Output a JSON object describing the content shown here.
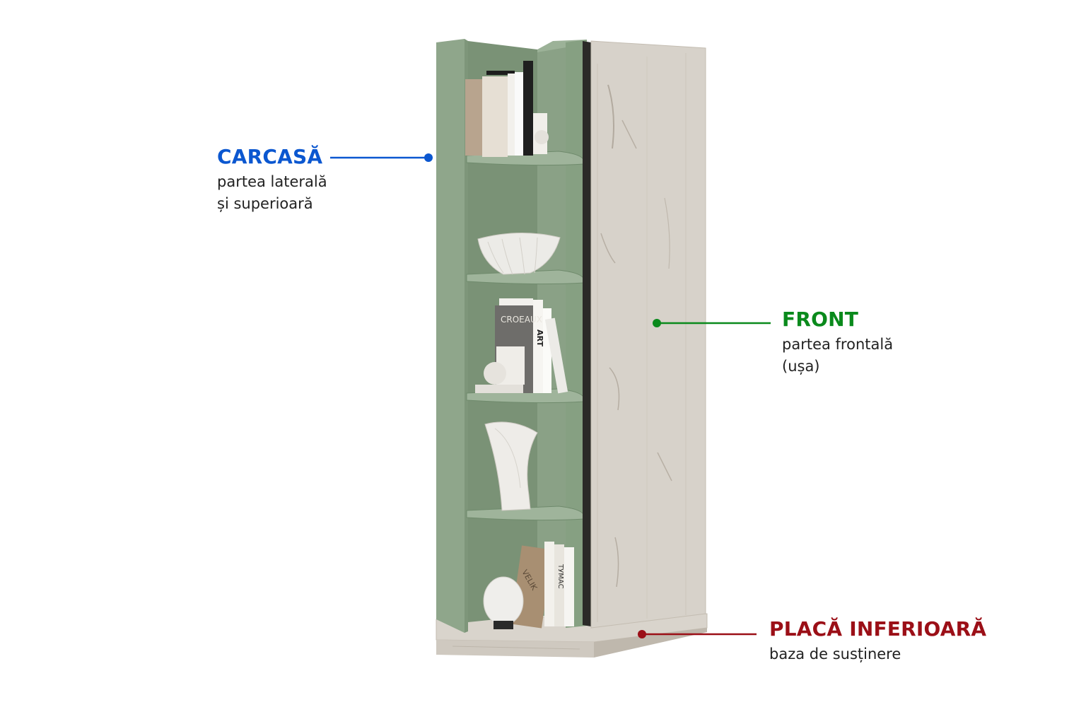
{
  "colors": {
    "carcasa": "#0b57d0",
    "front": "#0a8a1c",
    "placa": "#9b0f17",
    "green_panel": "#8ea58a",
    "green_shadow": "#6f8a6c",
    "green_shelf": "#95ab91",
    "wood": "#d6d1c9",
    "wood_grain": "#b9b2a8",
    "edge_dark": "#2b2a28"
  },
  "labels": {
    "carcasa": {
      "title": "CARCASĂ",
      "line1": "partea laterală",
      "line2": "și superioară"
    },
    "front": {
      "title": "FRONT",
      "line1": "partea frontală",
      "line2": "(ușa)"
    },
    "placa": {
      "title": "PLACĂ INFERIOARĂ",
      "line1": "baza de susținere"
    }
  },
  "decor": {
    "book_titles": [
      "ART",
      "CROEAUX",
      "VELIK",
      "ТУМАС"
    ]
  }
}
